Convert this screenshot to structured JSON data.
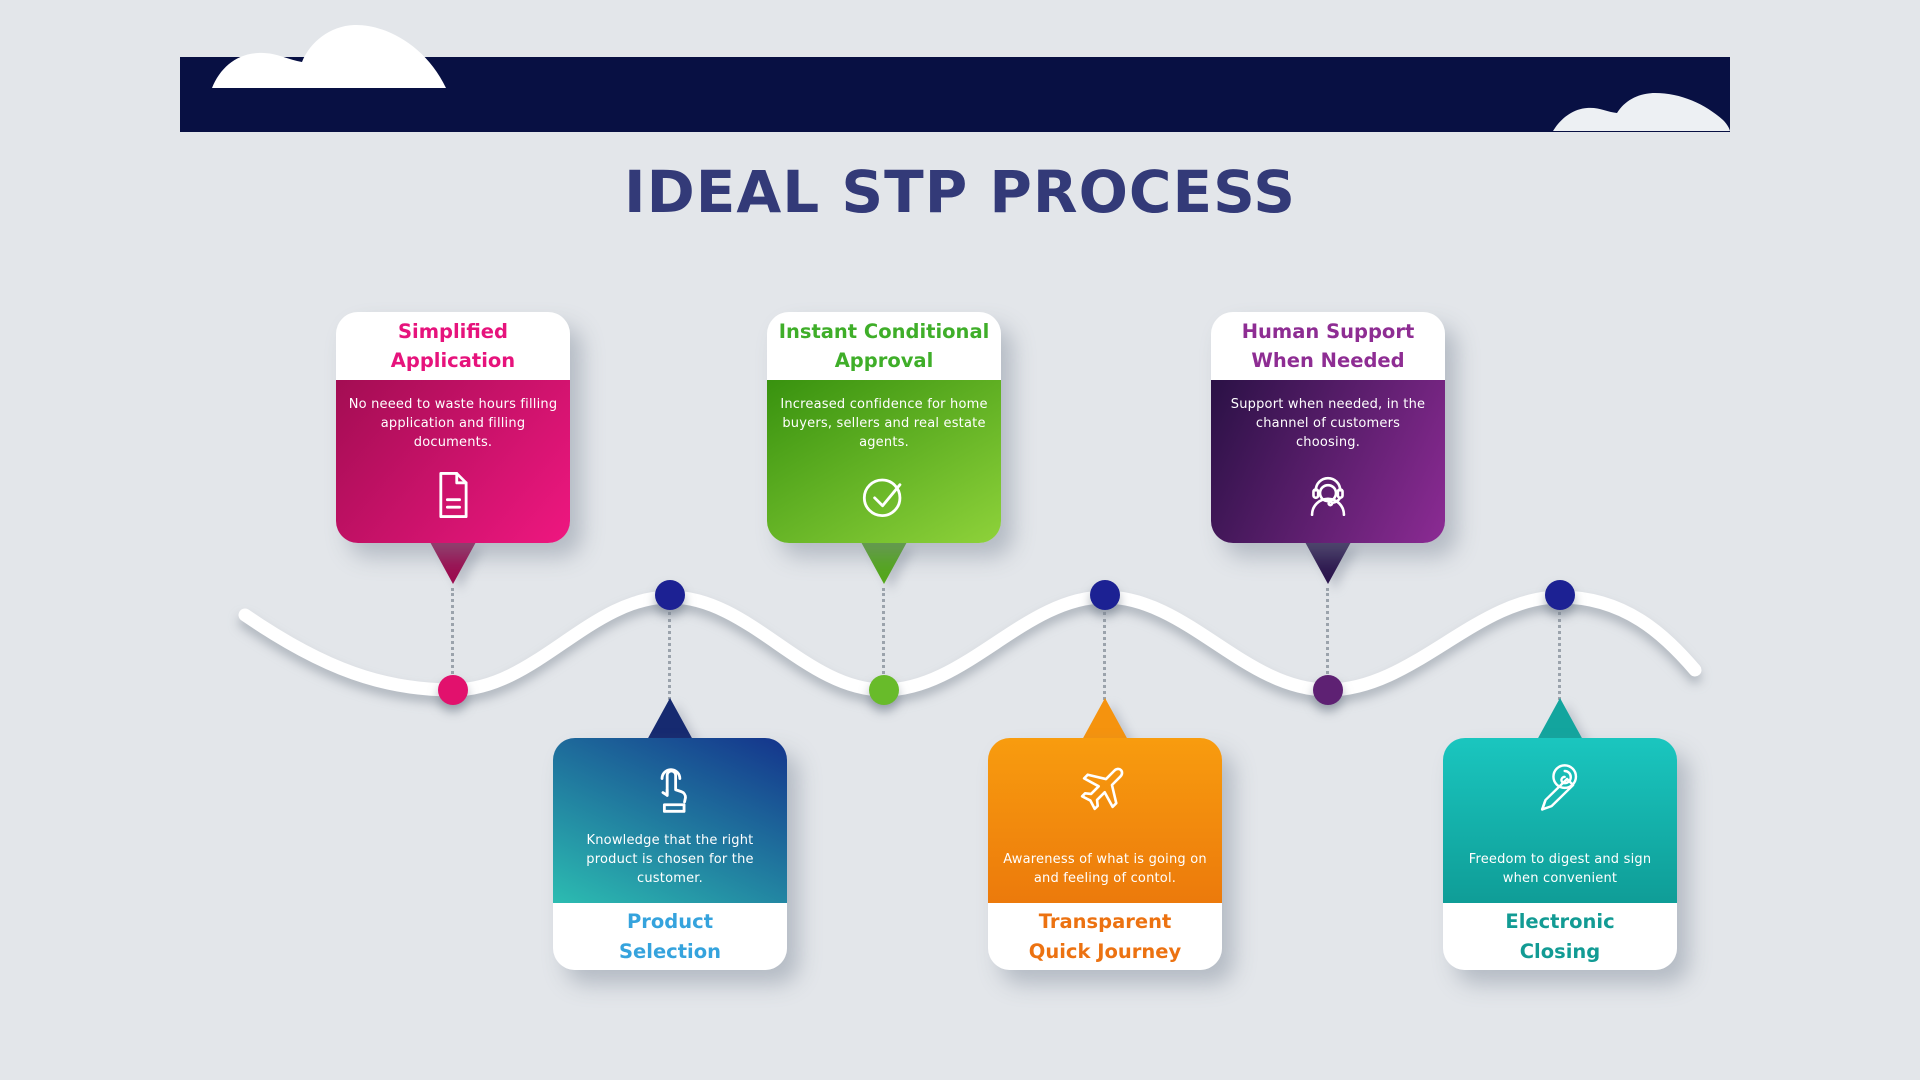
{
  "page": {
    "background": "#e3e6ea",
    "wave_color": "#ffffff",
    "connector_color": "#9ba3ac"
  },
  "header": {
    "title": "IDEAL STP PROCESS",
    "title_color": "#333a78",
    "bar_color": "#081043"
  },
  "steps": [
    {
      "title_line1": "Simplified",
      "title_line2": "Application",
      "body": "No neeed to waste hours filling application and filling documents.",
      "icon": "document-icon",
      "position": "top",
      "accent": "#e6137c",
      "grad_from": "#a30d53",
      "grad_to": "#ef1780",
      "pointer": "#9c0c50",
      "dot": "#e2116d"
    },
    {
      "title_line1": "Product",
      "title_line2": "Selection",
      "body": "Knowledge that the right product is chosen for the customer.",
      "icon": "tap-icon",
      "position": "bottom",
      "accent": "#35a3dd",
      "grad_from": "#14348c",
      "grad_to": "#2cbcb1",
      "pointer": "#162a70",
      "dot": "#1c2193"
    },
    {
      "title_line1": "Instant Conditional",
      "title_line2": "Approval",
      "body": "Increased confidence for home buyers, sellers and real estate agents.",
      "icon": "check-circle-icon",
      "position": "top",
      "accent": "#3fae29",
      "grad_from": "#38920f",
      "grad_to": "#8ed23a",
      "pointer": "#54a71c",
      "dot": "#68bb2a"
    },
    {
      "title_line1": "Transparent",
      "title_line2": "Quick Journey",
      "body": "Awareness of what is going on and feeling of contol.",
      "icon": "airplane-icon",
      "position": "bottom",
      "accent": "#ec7211",
      "grad_from": "#f89c0e",
      "grad_to": "#ec7a0c",
      "pointer": "#f5930e",
      "dot": "#1c2193"
    },
    {
      "title_line1": "Human Support",
      "title_line2": "When Needed",
      "body": "Support when needed, in the channel of customers choosing.",
      "icon": "support-agent-icon",
      "position": "top",
      "accent": "#8e2d93",
      "grad_from": "#2a1145",
      "grad_to": "#8c2b94",
      "pointer": "#2c164e",
      "dot": "#5e2173"
    },
    {
      "title_line1": "Electronic",
      "title_line2": "Closing",
      "body": "Freedom to digest and sign when convenient",
      "icon": "fingerprint-pen-icon",
      "position": "bottom",
      "accent": "#129b94",
      "grad_from": "#1ac6bf",
      "grad_to": "#0f9d97",
      "pointer": "#13a59e",
      "dot": "#1c2193"
    }
  ]
}
